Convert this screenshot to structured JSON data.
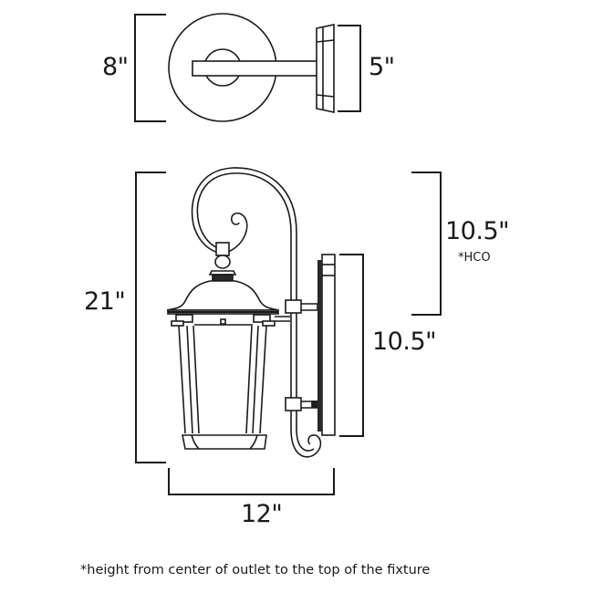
{
  "diagram": {
    "type": "dimension-drawing",
    "subject": "outdoor wall lantern fixture",
    "top_view": {
      "depth_label": "8\"",
      "backplate_width_label": "5\""
    },
    "side_view": {
      "height_label": "21\"",
      "hco_label": "10.5\"",
      "hco_note": "*HCO",
      "backplate_height_label": "10.5\"",
      "width_label": "12\""
    },
    "footnote": "*height from center of outlet to the top of the fixture",
    "colors": {
      "line": "#1a1a1a",
      "background": "#ffffff",
      "accent_dark": "#2a2a2a"
    }
  }
}
